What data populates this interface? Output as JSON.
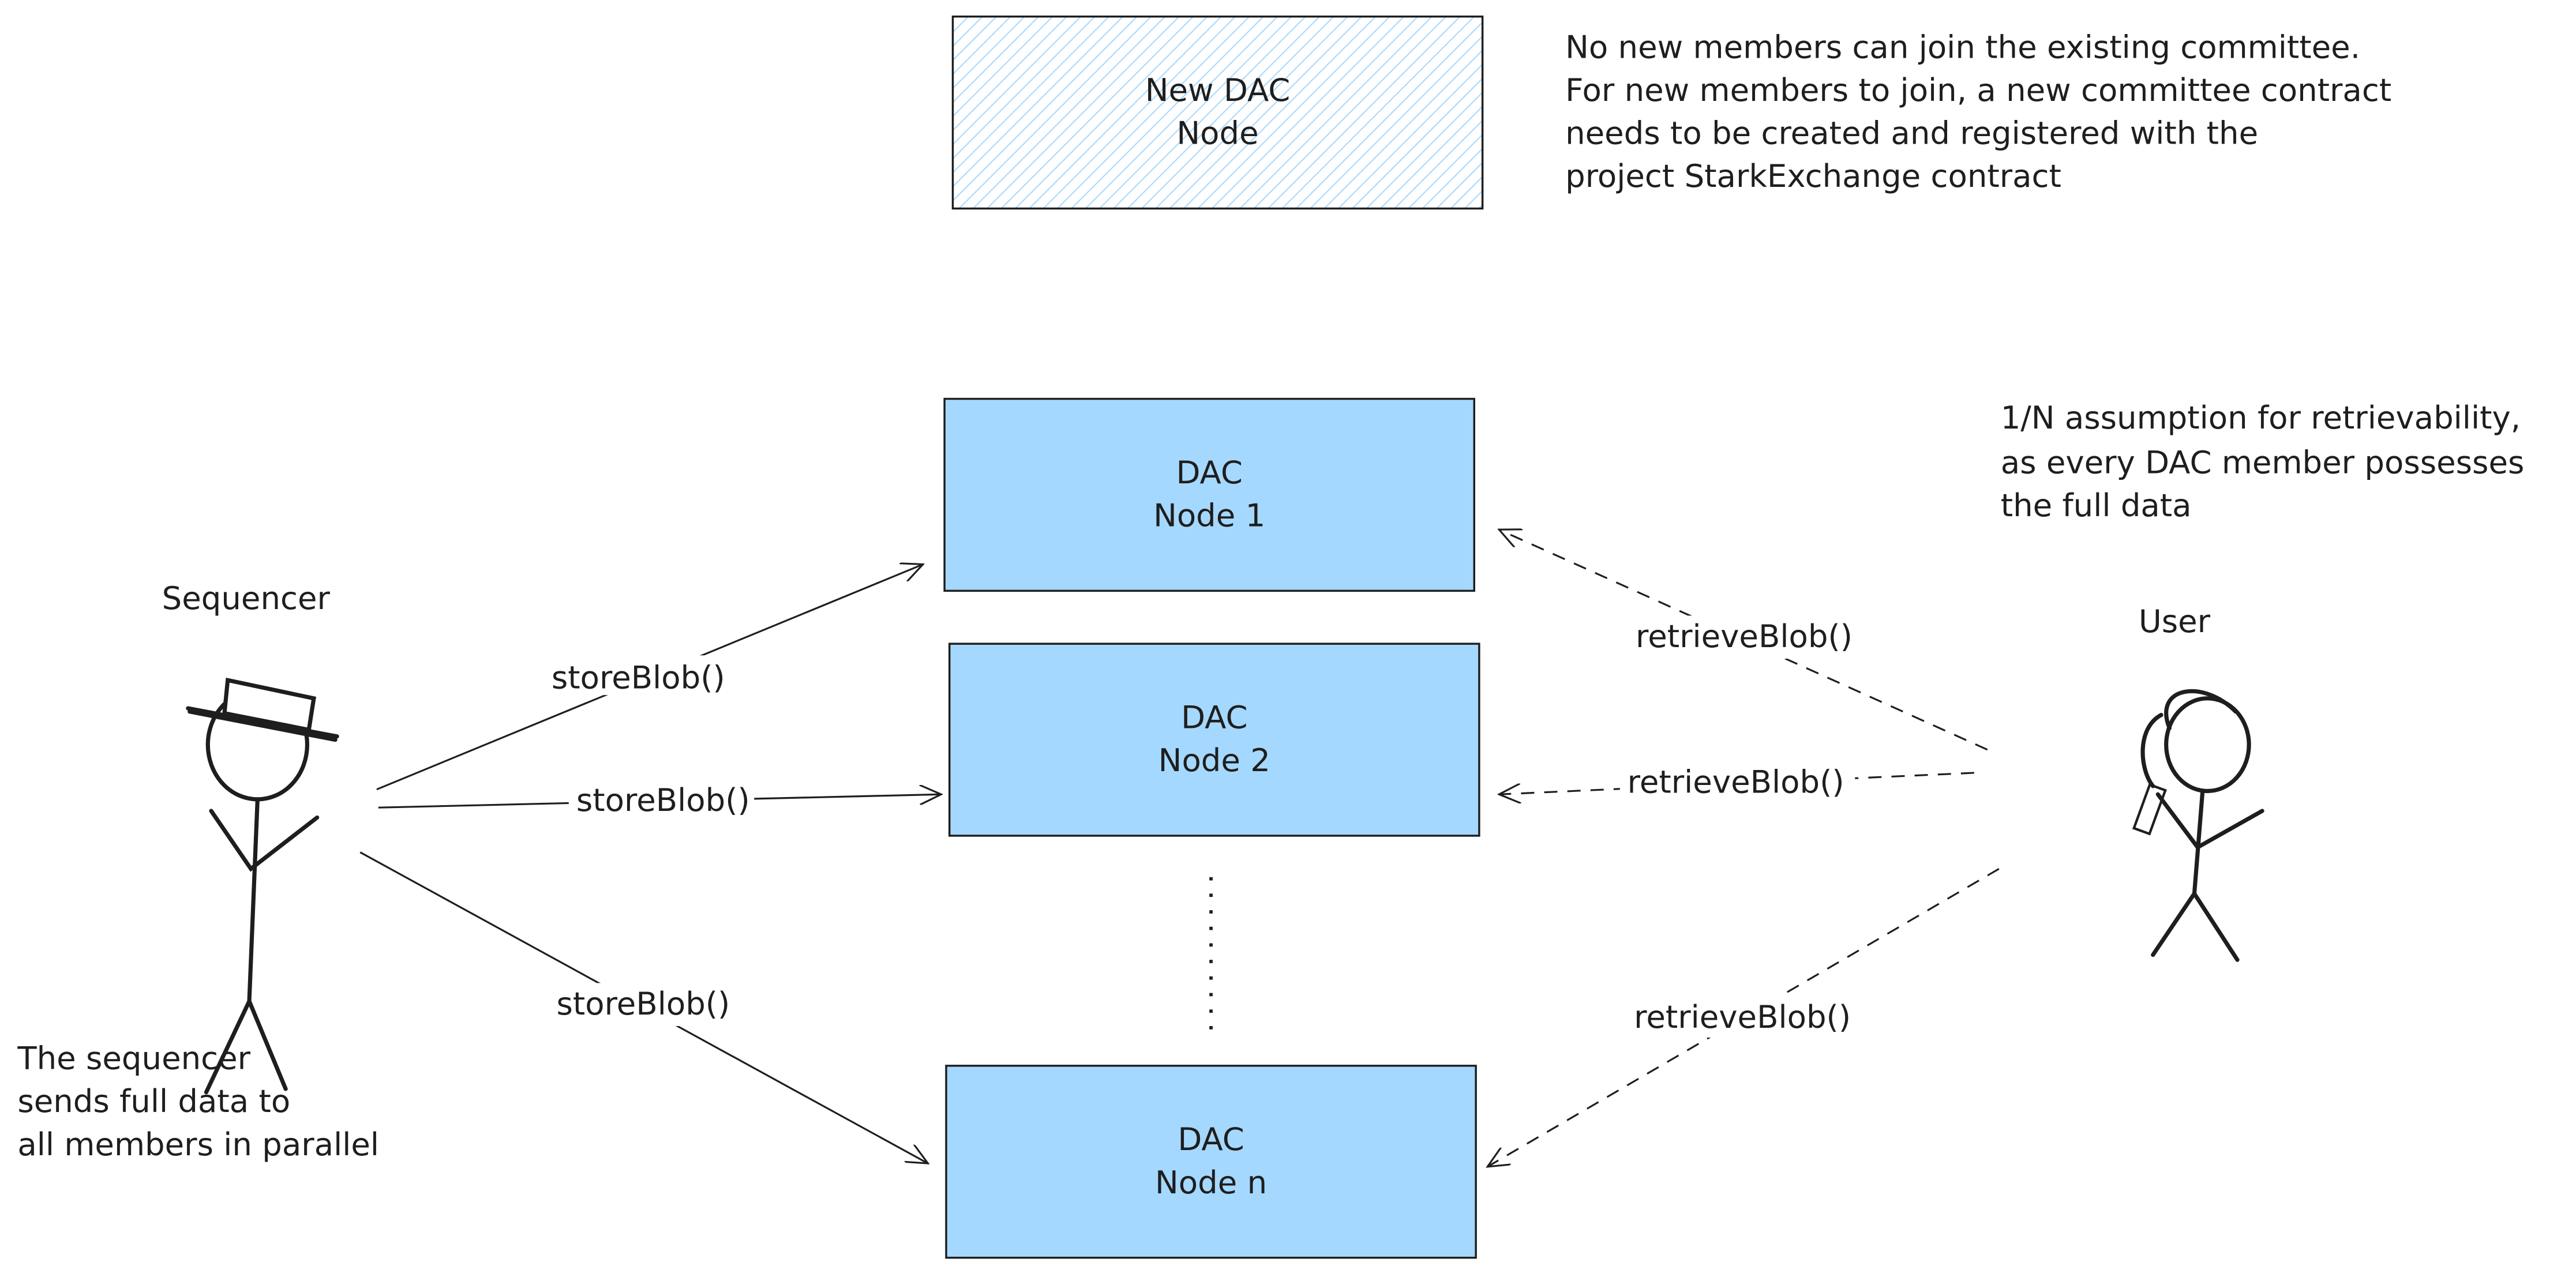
{
  "colors": {
    "node_fill": "#a5d8ff",
    "stroke": "#1e1e1e",
    "background": "#ffffff"
  },
  "new_node": {
    "line1": "New DAC",
    "line2": "Node",
    "style": "hatched"
  },
  "nodes": [
    {
      "line1": "DAC",
      "line2": "Node 1"
    },
    {
      "line1": "DAC",
      "line2": "Node 2"
    },
    {
      "line1": "DAC",
      "line2": "Node n"
    }
  ],
  "committee_note": [
    "No new members can join the existing committee.",
    "For new members to join, a new committee contract",
    "needs to be created and registered with the",
    "project StarkExchange contract"
  ],
  "retrievability_note": [
    "1/N assumption for retrievability,",
    "as every DAC member possesses",
    "the full data"
  ],
  "sequencer": {
    "label": "Sequencer",
    "icon": "stick-figure-with-hat-icon"
  },
  "sequencer_note": [
    "The sequencer",
    "sends full data to",
    "all members in parallel"
  ],
  "user": {
    "label": "User",
    "icon": "stick-figure-with-phone-icon"
  },
  "store_arrows": [
    "storeBlob()",
    "storeBlob()",
    "storeBlob()"
  ],
  "retrieve_arrows": [
    "retrieveBlob()",
    "retrieveBlob()",
    "retrieveBlob()"
  ]
}
